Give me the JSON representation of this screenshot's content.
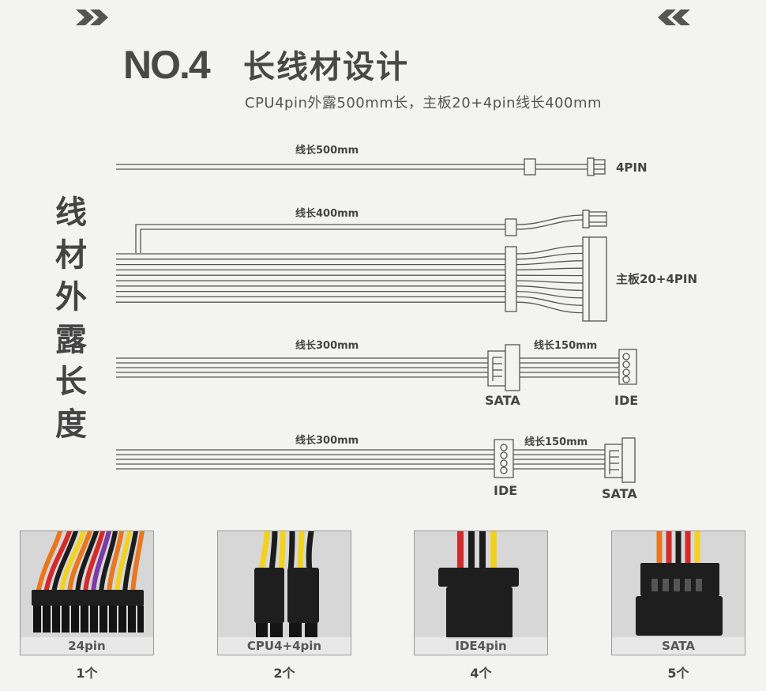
{
  "title": {
    "no": "NO.4",
    "cn": "长线材设计"
  },
  "subtitle": "CPU4pin外露500mm长，主板20+4pin线长400mm",
  "side_text": [
    "线",
    "材",
    "外",
    "露",
    "长",
    "度"
  ],
  "cables": {
    "cpu": {
      "length_label": "线长500mm",
      "connector_label": "4PIN"
    },
    "mainboard": {
      "length_label": "线长400mm",
      "connector_label": "主板20+4PIN"
    },
    "sata_ide": {
      "length_label": "线长300mm",
      "sub_length_label": "线长150mm",
      "first_label": "SATA",
      "second_label": "IDE"
    },
    "ide_sata": {
      "length_label": "线长300mm",
      "sub_length_label": "线长150mm",
      "first_label": "IDE",
      "second_label": "SATA"
    }
  },
  "photos": [
    {
      "label": "24pin",
      "count": "1个"
    },
    {
      "label": "CPU4+4pin",
      "count": "2个"
    },
    {
      "label": "IDE4pin",
      "count": "4个"
    },
    {
      "label": "SATA",
      "count": "5个"
    }
  ],
  "colors": {
    "line": "#555555",
    "wire_orange": "#e8771f",
    "wire_red": "#d32a2a",
    "wire_yellow": "#f2d21f",
    "wire_black": "#1c1c1c",
    "wire_purple": "#7b3aa8",
    "connector": "#1e1e1e"
  },
  "icons": [
    "double-chevron-right-icon",
    "double-chevron-left-icon"
  ]
}
